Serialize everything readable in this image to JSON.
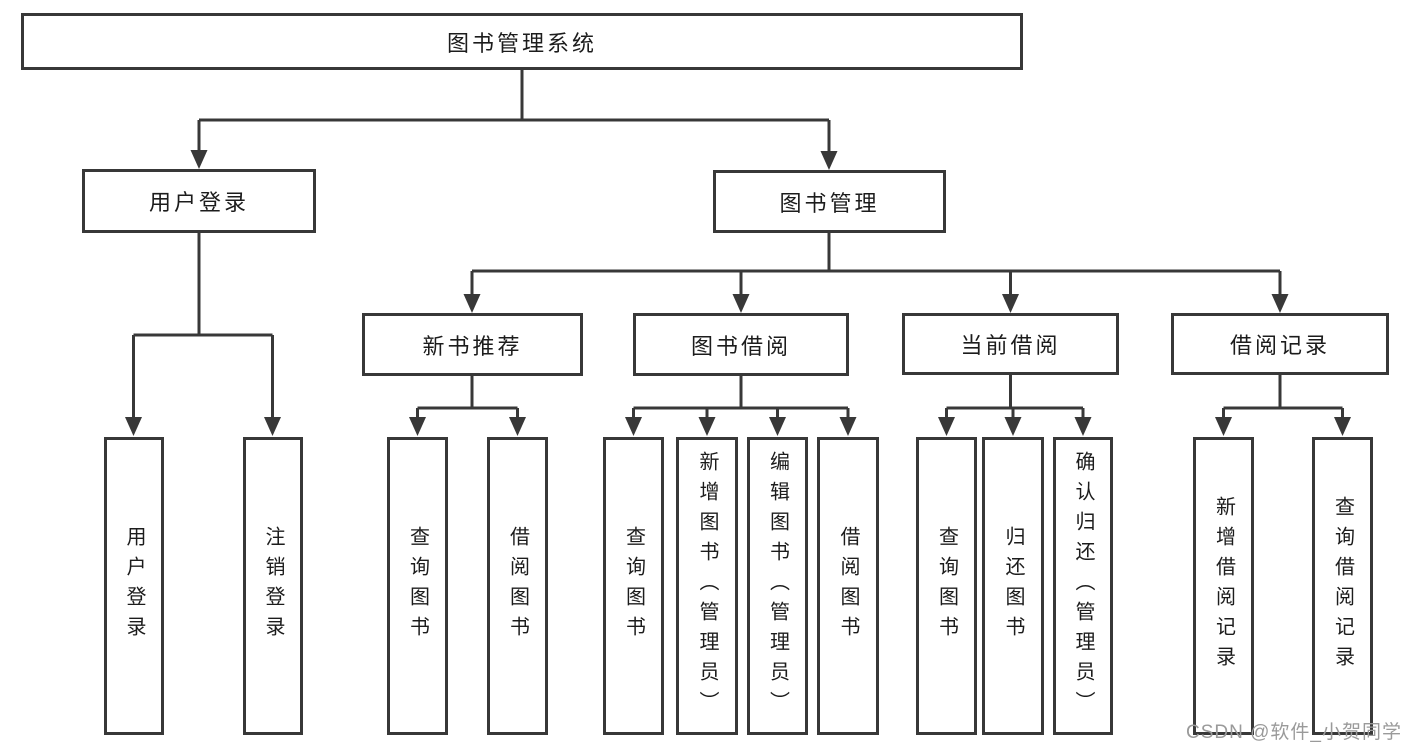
{
  "diagram": {
    "type": "hierarchy-tree",
    "line_color": "#383838",
    "box_border_color": "#383838",
    "text_color": "#1c1c1c",
    "background": "#ffffff"
  },
  "tree": {
    "label": "图书管理系统",
    "children": [
      {
        "label": "用户登录",
        "children": [
          {
            "label": "用户登录"
          },
          {
            "label": "注销登录"
          }
        ]
      },
      {
        "label": "图书管理",
        "children": [
          {
            "label": "新书推荐",
            "children": [
              {
                "label": "查询图书"
              },
              {
                "label": "借阅图书"
              }
            ]
          },
          {
            "label": "图书借阅",
            "children": [
              {
                "label": "查询图书"
              },
              {
                "label": "新增图书（管理员）"
              },
              {
                "label": "编辑图书（管理员）"
              },
              {
                "label": "借阅图书"
              }
            ]
          },
          {
            "label": "当前借阅",
            "children": [
              {
                "label": "查询图书"
              },
              {
                "label": "归还图书"
              },
              {
                "label": "确认归还（管理员）"
              }
            ]
          },
          {
            "label": "借阅记录",
            "children": [
              {
                "label": "新增借阅记录"
              },
              {
                "label": "查询借阅记录"
              }
            ]
          }
        ]
      }
    ]
  },
  "watermark": {
    "text": "CSDN @软件_小贺同学",
    "color": "#9a9a9a"
  }
}
